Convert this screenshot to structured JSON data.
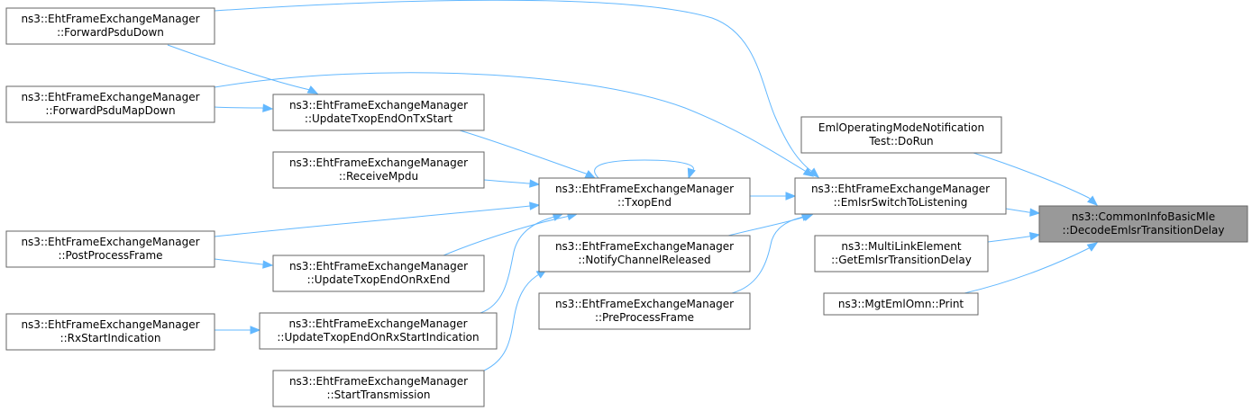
{
  "colors": {
    "edge": "#63b8ff",
    "node_border": "#666666",
    "focus_fill": "#999999",
    "node_fill": "#ffffff"
  },
  "nodes": [
    {
      "id": "forward-psdu-down",
      "line1": "ns3::EhtFrameExchangeManager",
      "line2": "::ForwardPsduDown"
    },
    {
      "id": "forward-psdu-map-down",
      "line1": "ns3::EhtFrameExchangeManager",
      "line2": "::ForwardPsduMapDown"
    },
    {
      "id": "post-process-frame",
      "line1": "ns3::EhtFrameExchangeManager",
      "line2": "::PostProcessFrame"
    },
    {
      "id": "rx-start-indication",
      "line1": "ns3::EhtFrameExchangeManager",
      "line2": "::RxStartIndication"
    },
    {
      "id": "update-txop-end-on-tx-start",
      "line1": "ns3::EhtFrameExchangeManager",
      "line2": "::UpdateTxopEndOnTxStart"
    },
    {
      "id": "receive-mpdu",
      "line1": "ns3::EhtFrameExchangeManager",
      "line2": "::ReceiveMpdu"
    },
    {
      "id": "update-txop-end-on-rx-end",
      "line1": "ns3::EhtFrameExchangeManager",
      "line2": "::UpdateTxopEndOnRxEnd"
    },
    {
      "id": "update-txop-end-on-rx-start-indication",
      "line1": "ns3::EhtFrameExchangeManager",
      "line2": "::UpdateTxopEndOnRxStartIndication"
    },
    {
      "id": "start-transmission",
      "line1": "ns3::EhtFrameExchangeManager",
      "line2": "::StartTransmission"
    },
    {
      "id": "txop-end",
      "line1": "ns3::EhtFrameExchangeManager",
      "line2": "::TxopEnd"
    },
    {
      "id": "notify-channel-released",
      "line1": "ns3::EhtFrameExchangeManager",
      "line2": "::NotifyChannelReleased"
    },
    {
      "id": "pre-process-frame",
      "line1": "ns3::EhtFrameExchangeManager",
      "line2": "::PreProcessFrame"
    },
    {
      "id": "eml-operating-mode-notification-test",
      "line1": "EmlOperatingModeNotification",
      "line2": "Test::DoRun"
    },
    {
      "id": "emlsr-switch-to-listening",
      "line1": "ns3::EhtFrameExchangeManager",
      "line2": "::EmlsrSwitchToListening"
    },
    {
      "id": "get-emlsr-transition-delay",
      "line1": "ns3::MultiLinkElement",
      "line2": "::GetEmlsrTransitionDelay"
    },
    {
      "id": "mgt-eml-omn-print",
      "line1": "ns3::MgtEmlOmn::Print",
      "line2": ""
    },
    {
      "id": "decode-emlsr-transition-delay",
      "line1": "ns3::CommonInfoBasicMle",
      "line2": "::DecodeEmlsrTransitionDelay"
    }
  ],
  "edges": [
    {
      "from": "forward-psdu-down",
      "to": "update-txop-end-on-tx-start"
    },
    {
      "from": "forward-psdu-down",
      "to": "emlsr-switch-to-listening"
    },
    {
      "from": "forward-psdu-map-down",
      "to": "update-txop-end-on-tx-start"
    },
    {
      "from": "forward-psdu-map-down",
      "to": "emlsr-switch-to-listening"
    },
    {
      "from": "update-txop-end-on-tx-start",
      "to": "txop-end"
    },
    {
      "from": "receive-mpdu",
      "to": "txop-end"
    },
    {
      "from": "post-process-frame",
      "to": "txop-end"
    },
    {
      "from": "post-process-frame",
      "to": "update-txop-end-on-rx-end"
    },
    {
      "from": "update-txop-end-on-rx-end",
      "to": "txop-end"
    },
    {
      "from": "rx-start-indication",
      "to": "update-txop-end-on-rx-start-indication"
    },
    {
      "from": "update-txop-end-on-rx-start-indication",
      "to": "txop-end"
    },
    {
      "from": "start-transmission",
      "to": "notify-channel-released"
    },
    {
      "from": "txop-end",
      "to": "txop-end"
    },
    {
      "from": "txop-end",
      "to": "emlsr-switch-to-listening"
    },
    {
      "from": "notify-channel-released",
      "to": "emlsr-switch-to-listening"
    },
    {
      "from": "pre-process-frame",
      "to": "emlsr-switch-to-listening"
    },
    {
      "from": "eml-operating-mode-notification-test",
      "to": "decode-emlsr-transition-delay"
    },
    {
      "from": "emlsr-switch-to-listening",
      "to": "decode-emlsr-transition-delay"
    },
    {
      "from": "get-emlsr-transition-delay",
      "to": "decode-emlsr-transition-delay"
    },
    {
      "from": "mgt-eml-omn-print",
      "to": "decode-emlsr-transition-delay"
    }
  ]
}
